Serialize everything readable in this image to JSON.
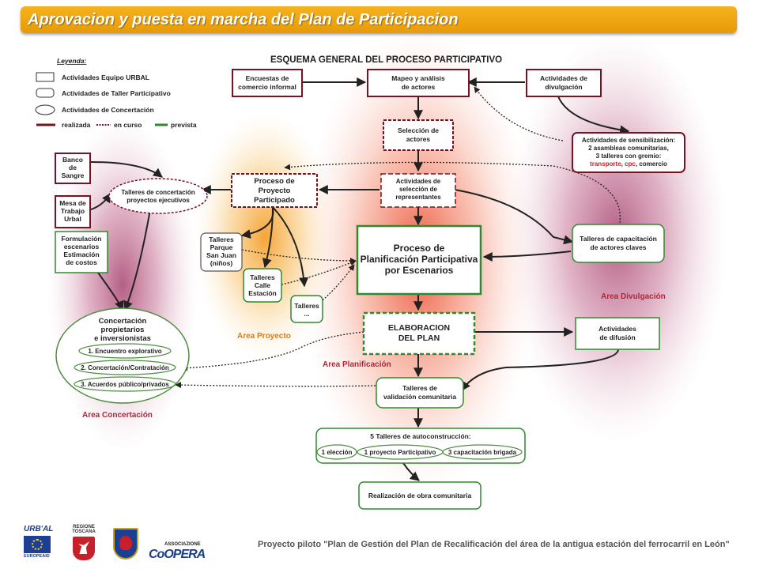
{
  "slide_title": "Aprovacion y puesta en marcha del Plan de Participacion",
  "diagram_title": "ESQUEMA GENERAL  DEL PROCESO PARTICIPATIVO",
  "legend": {
    "heading": "Leyenda:",
    "items": [
      "Actividades Equipo URBAL",
      "Actividades de Taller Participativo",
      "Actividades de Concertación"
    ],
    "lines": [
      "realizada",
      "en curso",
      "prevista"
    ]
  },
  "areas": {
    "divulgacion": "Area Divulgación",
    "proyecto": "Area Proyecto",
    "planificacion": "Area Planificación",
    "concertacion": "Area Concertación"
  },
  "nodes": {
    "encuestas": [
      "Encuestas de",
      "comercio informal"
    ],
    "mapeo": [
      "Mapeo y análisis",
      "de actores"
    ],
    "divulg": [
      "Actividades de",
      "divulgación"
    ],
    "seleccion": [
      "Selección de",
      "actores"
    ],
    "sensib": [
      "Actividades de sensibilización:",
      "2 asambleas comunitarias,",
      "3 talleres con gremio:"
    ],
    "sensib_colored": [
      "transporte",
      "cpc",
      "comercio"
    ],
    "banco": [
      "Banco",
      "de",
      "Sangre"
    ],
    "mesa": [
      "Mesa de",
      "Trabajo",
      "Urbal"
    ],
    "talleres_conc": [
      "Talleres de concertación",
      "proyectos ejecutivos"
    ],
    "proceso_proy": [
      "Proceso de",
      "Proyecto",
      "Participado"
    ],
    "act_sel_rep": [
      "Actividades de",
      "selección de",
      "representantes"
    ],
    "formulacion": [
      "Formulación",
      "escenarios",
      "Estimación",
      "de costos"
    ],
    "parque": [
      "Talleres",
      "Parque",
      "San Juan",
      "(niños)"
    ],
    "planif": [
      "Proceso de",
      "Planificación Participativa",
      "por Escenarios"
    ],
    "capacitacion": [
      "Talleres de capacitación",
      "de actores claves"
    ],
    "calle": [
      "Talleres",
      "Calle",
      "Estación"
    ],
    "talleres_dots": [
      "Talleres",
      "..."
    ],
    "concertacion_big": [
      "Concertación",
      "propietarios",
      "e inversionistas"
    ],
    "conc_steps": [
      "1. Encuentro explorativo",
      "2. Concertación/Contratación",
      "3. Acuerdos público/privados"
    ],
    "elaboracion": [
      "ELABORACION",
      "DEL PLAN"
    ],
    "difusion": [
      "Actividades",
      "de difusión"
    ],
    "validacion": [
      "Talleres de",
      "validación comunitaria"
    ],
    "autoconst_title": "5 Talleres de autoconstrucción:",
    "autoconst_items": [
      "1 elección",
      "1 proyecto Participativo",
      "3 capacitación brigada"
    ],
    "realizacion": [
      "Realización de obra comunitaria"
    ]
  },
  "footer": "Proyecto piloto \"Plan de Gestión del Plan de Recalificación del área de la antigua estación del ferrocarril en León\"",
  "logos": {
    "urbal": [
      "URB",
      "AL"
    ],
    "europeaid": "EUROPEAID",
    "regione": [
      "REGIONE",
      "TOSCANA"
    ],
    "associazione": "ASSOCIAZIONE",
    "coopera": "CoOPERA"
  },
  "colors": {
    "accent": "#f0a614",
    "realizada": "#7a1226",
    "prevista": "#2f8a2f",
    "concertacion_line": "#4c8f3e",
    "area_label": "#b3243a",
    "proyecto_label": "#e07a10"
  }
}
